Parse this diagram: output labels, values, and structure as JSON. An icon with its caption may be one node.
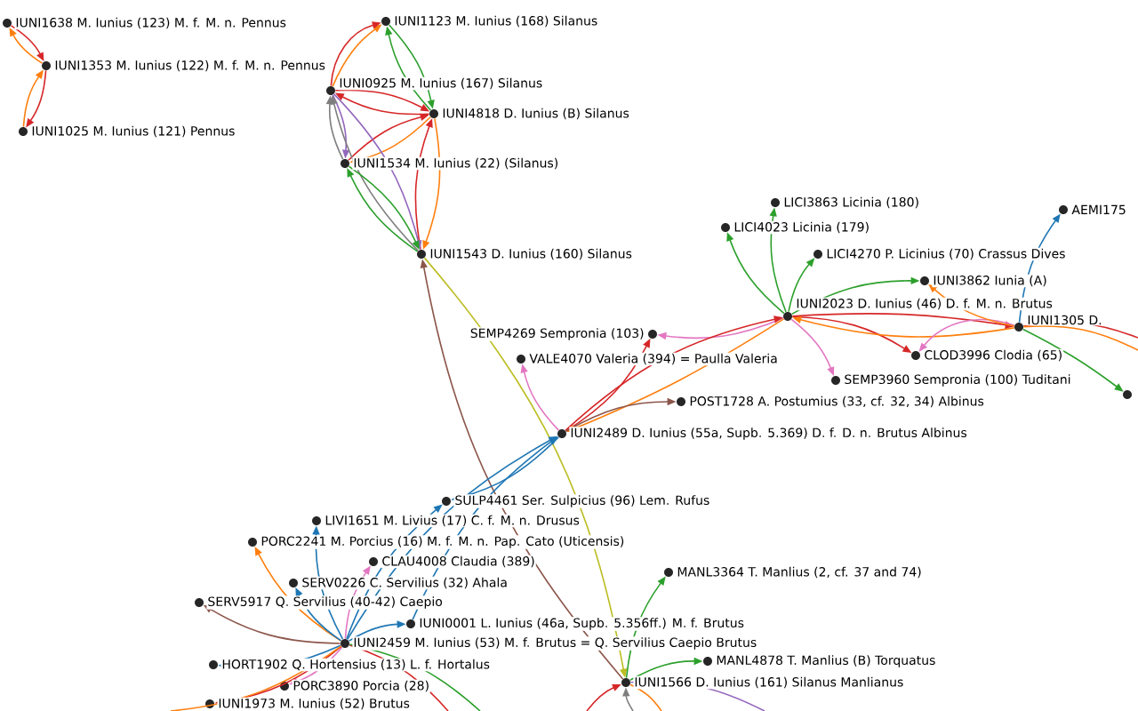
{
  "diagram": {
    "nodes": [
      {
        "text": [
          "IUNI1638 M. Iunius (123) M. f. M. n. Pennus"
        ]
      },
      {
        "text": [
          "IUNI1353 M. Iunius (122) M. f. M. n. Pennus"
        ]
      },
      {
        "text": [
          "IUNI1025 M. Iunius (121) Pennus"
        ]
      },
      {
        "text": [
          "IUNI1123 M. Iunius (168) Silanus"
        ]
      },
      {
        "text": [
          "IUNI0925 M. Iunius (167) Silanus"
        ]
      },
      {
        "text": [
          "IUNI4818 D. Iunius (B) Silanus"
        ]
      },
      {
        "text": [
          "IUNI1534 M. Iunius (22) (Silanus)"
        ]
      },
      {
        "text": [
          "IUNI1543 D. Iunius (160) Silanus"
        ]
      },
      {
        "text": [
          "LICI3863 Licinia (180)"
        ]
      },
      {
        "text": [
          "LICI4023 Licinia (179)"
        ]
      },
      {
        "text": [
          "LICI4270 P. Licinius (70) Crassus Dives"
        ]
      },
      {
        "text": [
          "AEMI175"
        ]
      },
      {
        "text": [
          "IUNI3862 Iunia (A)"
        ]
      },
      {
        "text": [
          "SEMP4269 Sempronia (103)"
        ]
      },
      {
        "text": [
          "IUNI2023 D. Iunius (46) D. f. M. n. Brutus"
        ]
      },
      {
        "text": [
          "IUNI1305 D."
        ]
      },
      {
        "text": [
          "CLOD3996 Clodia (65)"
        ]
      },
      {
        "text": [
          "VALE4070 Valeria (394) = Paulla Valeria"
        ]
      },
      {
        "text": [
          "POST1728 A. Postumius (33, cf. 32, 34) Albinus"
        ]
      },
      {
        "text": [
          "SEMP3960 Sempronia (100) Tuditani"
        ]
      },
      {
        "text": [],
        "shape": "circle"
      },
      {
        "text": [
          "IUNI2489 D. Iunius (55a, Supb. 5.369) D. f. D. n. Brutus Albinus"
        ]
      },
      {
        "text": [
          "SULP4461 Ser. Sulpicius (96) Lem. Rufus"
        ]
      },
      {
        "text": [
          "LIVI1651 M. Livius (17) C. f. M. n. Drusus"
        ]
      },
      {
        "text": [
          "PORC2241 M. Porcius (16) M. f. M. n. Pap. Cato (Uticensis)"
        ]
      },
      {
        "text": [
          "CLAU4008 Claudia (389)"
        ]
      },
      {
        "text": [
          "SERV0226 C. Servilius (32) Ahala"
        ]
      },
      {
        "text": [
          "SERV5917 Q. Servilius (40-42) Caepio"
        ]
      },
      {
        "text": [
          "IUNI0001 L. Iunius (46a, Supb. 5.356ff.) M. f. Brutus"
        ]
      },
      {
        "text": [
          "MANL3364 T. Manlius (2, cf. 37 and 74)"
        ]
      },
      {
        "text": [
          "HORT1902 Q. Hortensius (13) L. f. Hortalus"
        ]
      },
      {
        "text": [
          "IUNI2459 M. Iunius (53) M. f. Brutus = Q. Servilius Caepio Brutus"
        ]
      },
      {
        "text": [
          "MANL4878 T. Manlius (B) Torquatus"
        ]
      },
      {
        "text": [
          "IUNI1566 D. Iunius (161) Silanus Manlianus"
        ]
      },
      {
        "text": [
          "PORC3890 Porcia (28)"
        ]
      },
      {
        "text": [
          "IUNI1973 M. Iunius (52) Brutus"
        ]
      }
    ],
    "edges": [
      {
        "from": 0,
        "to": 1,
        "arrow": "to",
        "color": "#d62728"
      },
      {
        "from": 1,
        "to": 0,
        "arrow": "to",
        "color": "#ff7f0e"
      },
      {
        "from": 2,
        "to": 1,
        "arrow": "to",
        "color": "#ff7f0e"
      },
      {
        "from": 1,
        "to": 2,
        "arrow": "to",
        "color": "#d62728"
      },
      {
        "from": 4,
        "to": 3,
        "arrow": "to",
        "color": "#ff7f0e"
      },
      {
        "from": 4,
        "to": 3,
        "arrow": "to",
        "color": "#d62728"
      },
      {
        "from": 3,
        "to": 5,
        "arrow": "to",
        "color": "#2ca02c"
      },
      {
        "from": 5,
        "to": 3,
        "arrow": "to",
        "color": "#2ca02c"
      },
      {
        "from": 5,
        "to": 4,
        "arrow": "to",
        "color": "#d62728"
      },
      {
        "from": 4,
        "to": 5,
        "arrow": "to",
        "color": "#d62728"
      },
      {
        "from": 5,
        "to": 6,
        "arrow": "to",
        "color": "#ff7f0e"
      },
      {
        "from": 6,
        "to": 5,
        "arrow": "to",
        "color": "#d62728"
      },
      {
        "from": 5,
        "to": 7,
        "arrow": "to",
        "color": "#ff7f0e"
      },
      {
        "from": 7,
        "to": 5,
        "arrow": "to",
        "color": "#d62728"
      },
      {
        "from": 4,
        "to": 6,
        "arrow": "to",
        "color": "#9467bd"
      },
      {
        "from": 4,
        "to": 7,
        "arrow": "to",
        "color": "#9467bd"
      },
      {
        "from": 6,
        "to": 4,
        "arrow": "to",
        "color": "#7f7f7f"
      },
      {
        "from": 7,
        "to": 4,
        "arrow": "to",
        "color": "#7f7f7f"
      },
      {
        "from": 7,
        "to": 6,
        "arrow": "to",
        "color": "#2ca02c"
      },
      {
        "from": 6,
        "to": 7,
        "arrow": "to",
        "color": "#2ca02c"
      },
      {
        "from": 33,
        "to": 7,
        "arrow": "to",
        "color": "#8c564b"
      },
      {
        "from": 7,
        "to": 33,
        "arrow": "to",
        "color": "#bcbd22"
      },
      {
        "from": 14,
        "to": 8,
        "arrow": "to",
        "color": "#2ca02c"
      },
      {
        "from": 14,
        "to": 9,
        "arrow": "to",
        "color": "#2ca02c"
      },
      {
        "from": 14,
        "to": 10,
        "arrow": "to",
        "color": "#2ca02c"
      },
      {
        "from": 14,
        "to": 12,
        "arrow": "to",
        "color": "#2ca02c"
      },
      {
        "from": 14,
        "to": 13,
        "arrow": "to",
        "color": "#e377c2"
      },
      {
        "from": 21,
        "to": 13,
        "arrow": "to",
        "color": "#d62728"
      },
      {
        "from": 21,
        "to": 14,
        "arrow": "to",
        "color": "#d62728"
      },
      {
        "from": 14,
        "to": 16,
        "arrow": "to",
        "color": "#d62728"
      },
      {
        "from": 14,
        "to": 19,
        "arrow": "to",
        "color": "#e377c2"
      },
      {
        "from": 14,
        "to": 21,
        "arrow": "to",
        "color": "#ff7f0e"
      },
      {
        "from": 15,
        "to": 14,
        "arrow": "to",
        "color": "#ff7f0e"
      },
      {
        "from": 14,
        "to": 15,
        "arrow": "to",
        "color": "#d62728"
      },
      {
        "from": 15,
        "to": 16,
        "arrow": "to",
        "color": "#e377c2"
      },
      {
        "from": 15,
        "to": 12,
        "arrow": "to",
        "color": "#ff7f0e"
      },
      {
        "from": 15,
        "to": 11,
        "arrow": "to",
        "color": "#1f77b4"
      },
      {
        "from": 15,
        "to": 20,
        "arrow": "to",
        "color": "#2ca02c"
      },
      {
        "from": 15,
        "to": null,
        "arrow": "none",
        "color": "#d62728"
      },
      {
        "from": 15,
        "to": null,
        "arrow": "none",
        "color": "#ff7f0e"
      },
      {
        "from": 21,
        "to": 17,
        "arrow": "to",
        "color": "#e377c2"
      },
      {
        "from": 21,
        "to": 18,
        "arrow": "to",
        "color": "#8c564b"
      },
      {
        "from": 31,
        "to": 21,
        "arrow": "to",
        "color": "#1f77b4"
      },
      {
        "from": 28,
        "to": 21,
        "arrow": "to",
        "color": "#1f77b4"
      },
      {
        "from": 31,
        "to": 22,
        "arrow": "to",
        "color": "#1f77b4"
      },
      {
        "from": 21,
        "to": 22,
        "arrow": "to",
        "color": "#1f77b4"
      },
      {
        "from": 31,
        "to": 23,
        "arrow": "to",
        "color": "#1f77b4"
      },
      {
        "from": 31,
        "to": 24,
        "arrow": "to",
        "color": "#ff7f0e"
      },
      {
        "from": 31,
        "to": 25,
        "arrow": "to",
        "color": "#e377c2"
      },
      {
        "from": 31,
        "to": 26,
        "arrow": "to",
        "color": "#1f77b4"
      },
      {
        "from": 31,
        "to": 27,
        "arrow": "to",
        "color": "#8c564b"
      },
      {
        "from": 31,
        "to": 28,
        "arrow": "to",
        "color": "#1f77b4"
      },
      {
        "from": 31,
        "to": 30,
        "arrow": "to",
        "color": "#1f77b4"
      },
      {
        "from": 31,
        "to": 34,
        "arrow": "to",
        "color": "#e377c2"
      },
      {
        "from": 31,
        "to": 35,
        "arrow": "to",
        "color": "#d62728"
      },
      {
        "from": 31,
        "to": null,
        "arrow": "none",
        "color": "#ff7f0e"
      },
      {
        "from": 31,
        "to": null,
        "arrow": "none",
        "color": "#d62728"
      },
      {
        "from": 31,
        "to": null,
        "arrow": "none",
        "color": "#2ca02c"
      },
      {
        "from": 33,
        "to": 29,
        "arrow": "to",
        "color": "#2ca02c"
      },
      {
        "from": 33,
        "to": 32,
        "arrow": "to",
        "color": "#2ca02c"
      },
      {
        "from": 33,
        "to": null,
        "arrow": "none",
        "color": "#9467bd"
      },
      {
        "from": null,
        "to": 33,
        "arrow": "to",
        "color": "#d62728"
      },
      {
        "from": null,
        "to": 33,
        "arrow": "to",
        "color": "#7f7f7f"
      },
      {
        "from": 33,
        "to": null,
        "arrow": "none",
        "color": "#ff7f0e"
      }
    ]
  }
}
